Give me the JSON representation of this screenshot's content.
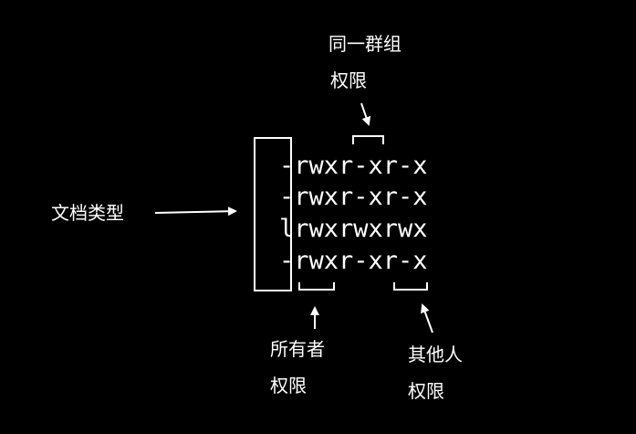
{
  "labels": {
    "group_line1": "同一群组",
    "group_line2": "权限",
    "file_type": "文档类型",
    "owner_line1": "所有者",
    "owner_line2": "权限",
    "others_line1": "其他人",
    "others_line2": "权限"
  },
  "permission_rows": [
    "-rwxr-xr-x",
    "-rwxr-xr-x",
    "lrwxrwxrwx",
    "-rwxr-xr-x"
  ],
  "colors": {
    "background": "#000000",
    "foreground": "#ffffff"
  }
}
